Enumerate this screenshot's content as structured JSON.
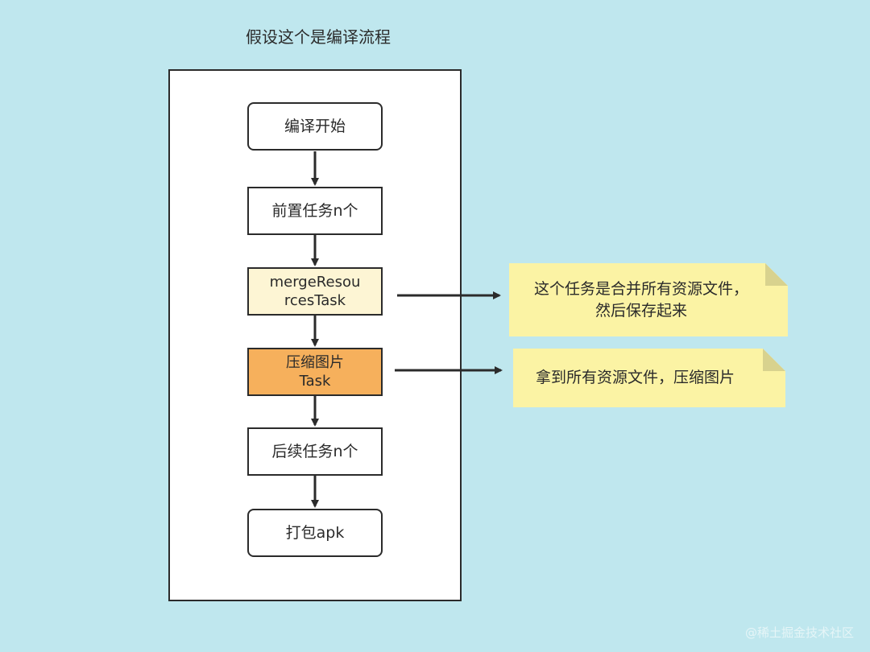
{
  "title": "假设这个是编译流程",
  "nodes": {
    "start": "编译开始",
    "pre_tasks": "前置任务n个",
    "merge_resources": "mergeResou\nrcesTask",
    "compress_images": "压缩图片\nTask",
    "post_tasks": "后续任务n个",
    "package_apk": "打包apk"
  },
  "notes": {
    "merge_resources_note": "这个任务是合并所有资源文件，\n然后保存起来",
    "compress_images_note": "拿到所有资源文件，压缩图片"
  },
  "watermark": "@稀土掘金技术社区",
  "colors": {
    "background": "#bfe7ee",
    "merge_node_fill": "#fdf5d4",
    "compress_node_fill": "#f6b05c",
    "note_fill": "#fbf3a4"
  }
}
